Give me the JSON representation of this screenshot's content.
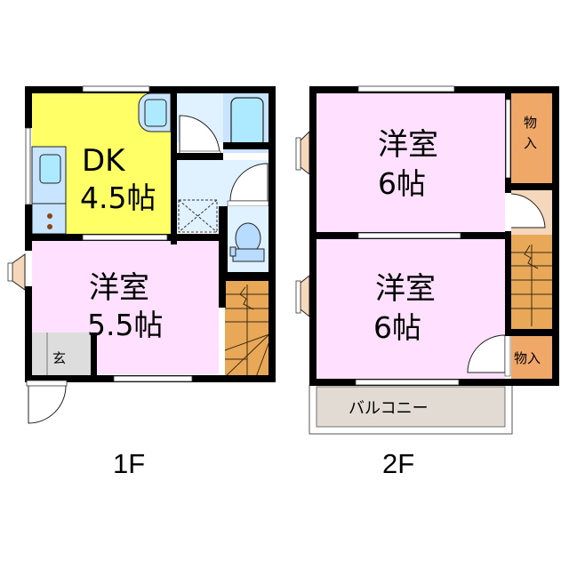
{
  "floors": [
    {
      "label": "1F",
      "rooms": [
        {
          "id": "dk",
          "type": "DK",
          "name": "DK",
          "size": "4.5帖",
          "color": "#ffff66"
        },
        {
          "id": "western-1f",
          "name": "洋室",
          "size": "5.5帖",
          "color": "#ffe0ff"
        },
        {
          "id": "entrance",
          "name": "玄",
          "color": "#dddddd"
        },
        {
          "id": "washroom",
          "name": "",
          "color": "#e0f2ff"
        },
        {
          "id": "bathroom",
          "name": "",
          "color": "#c8e4ff"
        },
        {
          "id": "toilet",
          "name": "",
          "color": "#e0f2ff"
        },
        {
          "id": "stairs-1f",
          "name": "",
          "color": "#e8a858"
        }
      ]
    },
    {
      "label": "2F",
      "rooms": [
        {
          "id": "western-2f-top",
          "name": "洋室",
          "size": "6帖",
          "color": "#ffe0ff"
        },
        {
          "id": "western-2f-bottom",
          "name": "洋室",
          "size": "6帖",
          "color": "#ffe0ff"
        },
        {
          "id": "storage-top",
          "name": "物入",
          "line1": "物",
          "line2": "入",
          "color": "#f0a868"
        },
        {
          "id": "storage-bottom",
          "name": "物入",
          "color": "#f0a868"
        },
        {
          "id": "balcony",
          "name": "バルコニー",
          "color": "#e2dbd4"
        },
        {
          "id": "stairs-2f",
          "name": "",
          "color": "#e8a858"
        },
        {
          "id": "hall-2f",
          "name": "",
          "color": "#f5d7bc"
        }
      ]
    }
  ],
  "colors": {
    "wall": "#000000",
    "dk": "#ffff66",
    "western": "#ffe0ff",
    "wet": "#e0f2ff",
    "fixture": "#aeeaff",
    "stairs": "#e8a858",
    "storage": "#f0a868",
    "bay": "#f5d7bc",
    "balcony": "#e2dbd4",
    "entrance": "#dddddd"
  }
}
